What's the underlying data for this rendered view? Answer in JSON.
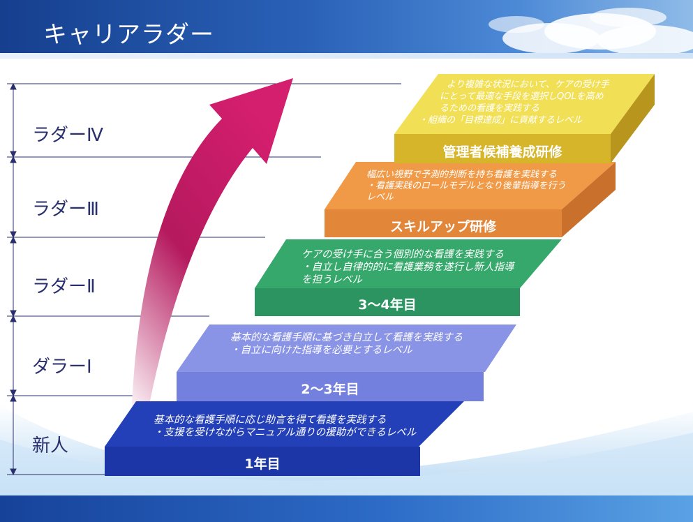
{
  "slide": {
    "title": "キャリアラダー"
  },
  "levels": [
    {
      "label": "ラダーⅣ"
    },
    {
      "label": "ラダーⅢ"
    },
    {
      "label": "ラダーⅡ"
    },
    {
      "label": "ダラーⅠ"
    },
    {
      "label": "新人"
    }
  ],
  "steps": [
    {
      "label": "1年目",
      "desc": [
        "基本的な看護手順に応じ助言を得て看護を実践する",
        "・支援を受けながらマニュアル通りの援助ができるレベル"
      ],
      "color": "#1e3fb4"
    },
    {
      "label": "2〜3年目",
      "desc": [
        "基本的な看護手順に基づき自立して看護を実践する",
        "・自立に向けた指導を必要とするレベル"
      ],
      "color": "#7b86e2"
    },
    {
      "label": "3〜4年目",
      "desc": [
        "ケアの受け手に合う個別的な看護を実践する",
        "・自立し自律的的に看護業務を遂行し新人指導",
        "を担うレベル"
      ],
      "color": "#2f9a63"
    },
    {
      "label": "スキルアップ研修",
      "desc": [
        "幅広い視野で予測的判断を持ち看護を実践する",
        "・看護実践のロールモデルとなり後輩指導を行う",
        "レベル"
      ],
      "color": "#e88d3c"
    },
    {
      "label": "管理者候補養成研修",
      "desc": [
        "より複雑な状況において、ケアの受け手",
        "にとって最適な手段を選択しQOLを高め",
        "るための看護を実践する",
        "・組織の「目標達成」に貢献するレベル"
      ],
      "color": "#d9bb25"
    }
  ],
  "icons": {
    "arrow": "growth-arrow-icon"
  }
}
